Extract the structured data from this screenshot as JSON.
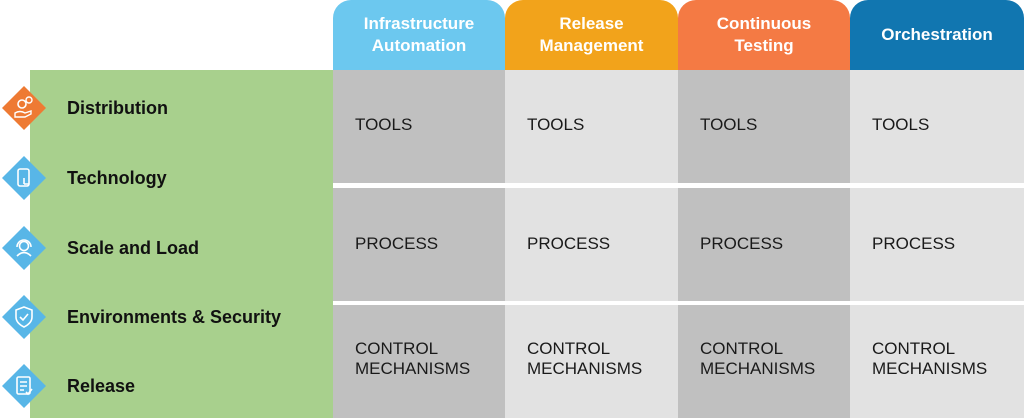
{
  "colors": {
    "header_infra": "#6cc8ef",
    "header_release": "#f2a31b",
    "header_testing": "#f47a44",
    "header_orch": "#1176b0",
    "left_panel": "#a8d08d",
    "cell_dark": "#c0c0c0",
    "cell_light": "#e2e2e2",
    "diamond_orange": "#ee7a33",
    "diamond_blue": "#58b6e7"
  },
  "columns": [
    {
      "label": "Infrastructure Automation"
    },
    {
      "label": "Release Management"
    },
    {
      "label": "Continuous Testing"
    },
    {
      "label": "Orchestration"
    }
  ],
  "rows": [
    {
      "label": "TOOLS"
    },
    {
      "label": "PROCESS"
    },
    {
      "label": "CONTROL MECHANISMS"
    }
  ],
  "categories": [
    {
      "label": "Distribution",
      "icon": "gears-hand-icon",
      "color": "orange"
    },
    {
      "label": "Technology",
      "icon": "mobile-touch-icon",
      "color": "blue"
    },
    {
      "label": "Scale and Load",
      "icon": "person-headset-icon",
      "color": "blue"
    },
    {
      "label": "Environments & Security",
      "icon": "shield-check-icon",
      "color": "blue"
    },
    {
      "label": "Release",
      "icon": "document-check-icon",
      "color": "blue"
    }
  ]
}
